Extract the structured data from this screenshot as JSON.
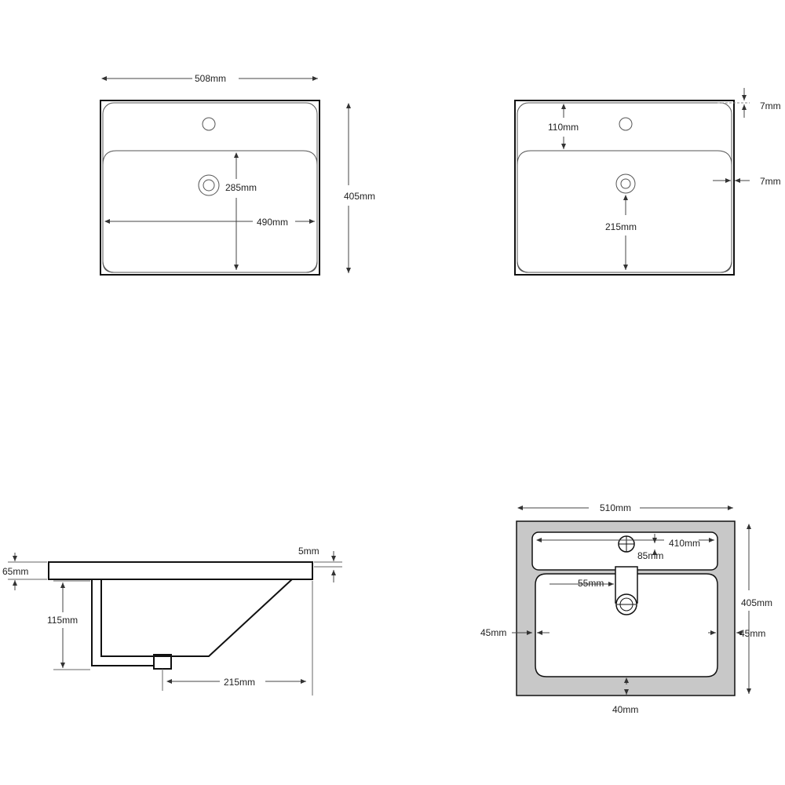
{
  "top_left_view": {
    "width_label": "508mm",
    "height_label": "405mm",
    "bowl_depth_label": "285mm",
    "bowl_width_label": "490mm"
  },
  "top_right_view": {
    "tap_offset_label": "110mm",
    "rim_top_label": "7mm",
    "rim_side_label": "7mm",
    "drain_offset_label": "215mm"
  },
  "side_view": {
    "thickness_label": "65mm",
    "rim_label": "5mm",
    "depth_label": "115mm",
    "drain_offset_label": "215mm"
  },
  "cabinet_view": {
    "width_label": "510mm",
    "height_label": "405mm",
    "inner_width_label": "410mm",
    "cutout_label": "85mm",
    "pipe_label": "55mm",
    "left_margin_label": "45mm",
    "right_margin_label": "45mm",
    "bottom_margin_label": "40mm"
  },
  "colors": {
    "line": "#111111",
    "cabinet_fill": "#c8c8c8",
    "background": "#ffffff"
  }
}
